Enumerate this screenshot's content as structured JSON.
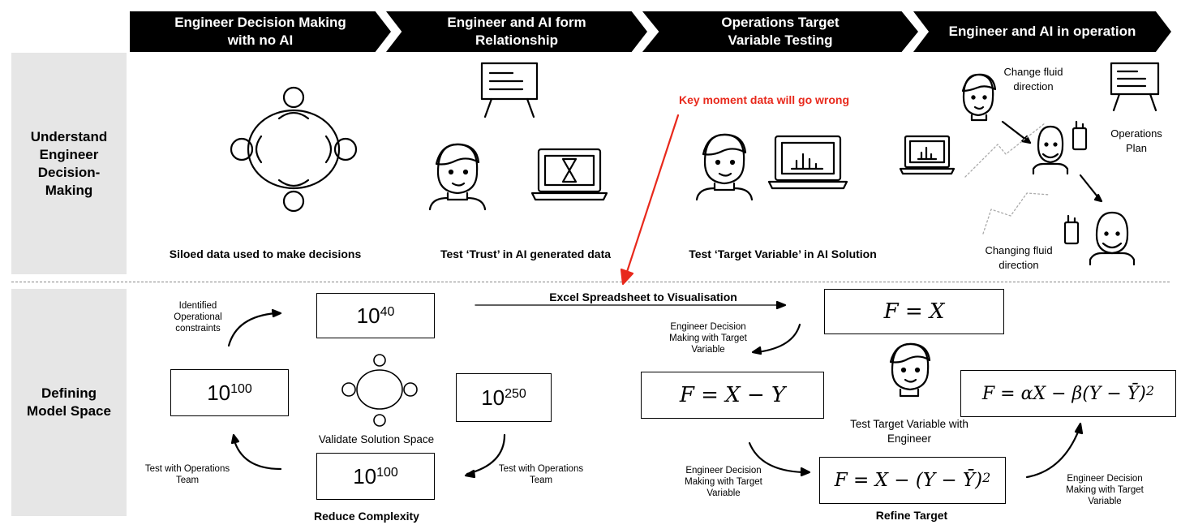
{
  "phases": [
    "Engineer Decision Making with no AI",
    "Engineer and AI form Relationship",
    "Operations Target Variable Testing",
    "Engineer and AI in operation"
  ],
  "rows": {
    "top": "Understand Engineer Decision-Making",
    "bottom": "Defining Model Space"
  },
  "top": {
    "caption1": "Siloed data used to make decisions",
    "caption2": "Test ‘Trust’ in AI generated data",
    "caption3": "Test ‘Target Variable’ in AI Solution",
    "key_moment": "Key moment data will go wrong",
    "change_fluid": "Change fluid direction",
    "operations_plan": "Operations Plan",
    "changing_fluid": "Changing fluid direction",
    "key_color": "#e8291c"
  },
  "bottom": {
    "identified": "Identified Operational constraints",
    "box_1040_base": "10",
    "box_1040_exp": "40",
    "box_10100a_base": "10",
    "box_10100a_exp": "100",
    "box_10250_base": "10",
    "box_10250_exp": "250",
    "box_10100b_base": "10",
    "box_10100b_exp": "100",
    "validate": "Validate Solution Space",
    "test_ops_left": "Test with Operations Team",
    "test_ops_right": "Test with Operations Team",
    "reduce": "Reduce Complexity",
    "excel": "Excel Spreadsheet to Visualisation",
    "eq1": "F = X",
    "eq2": "F = X − Y",
    "eq3_main": "F = X − (Y − Ȳ)",
    "eq3_sup": "2",
    "eq4_main": "F = αX − β(Y − Ȳ)",
    "eq4_sup": "2",
    "edm1": "Engineer Decision Making with Target Variable",
    "edm2": "Engineer Decision Making with Target Variable",
    "edm3": "Engineer Decision Making with Target Variable",
    "test_target": "Test Target Variable with Engineer",
    "refine": "Refine Target"
  }
}
